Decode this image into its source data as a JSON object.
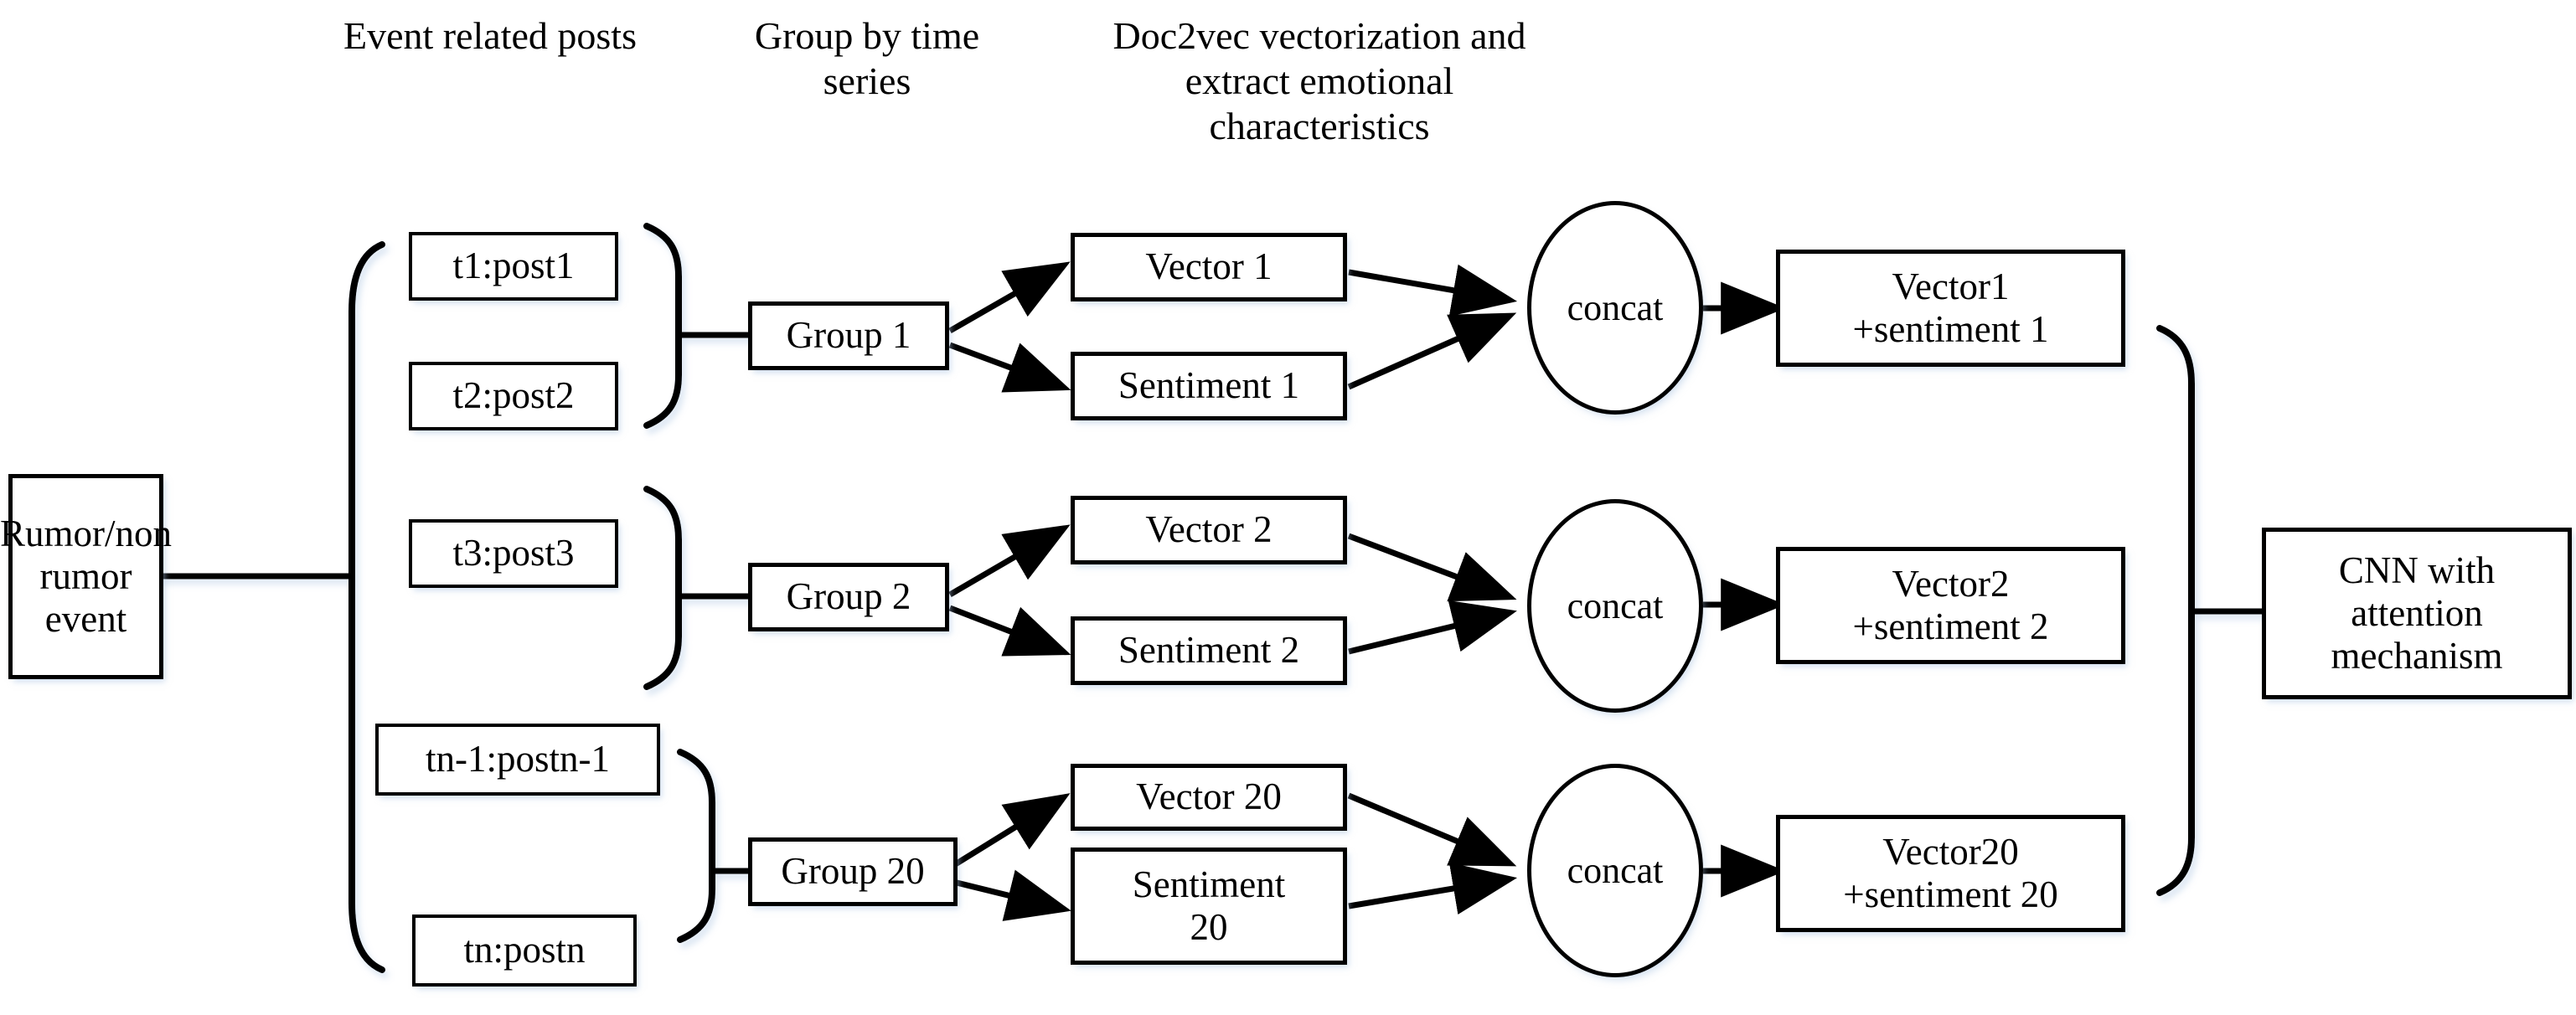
{
  "diagram": {
    "title": "Rumor / non-rumor event classification pipeline",
    "stroke_color": "#000000",
    "background_color": "#ffffff",
    "shadow_color": "#aac3e1"
  },
  "headers": [
    {
      "id": "posts",
      "label": "Event related posts"
    },
    {
      "id": "grouping",
      "label": "Group by time\nseries"
    },
    {
      "id": "vectorization",
      "label": "Doc2vec vectorization and\nextract emotional\ncharacteristics"
    }
  ],
  "source": {
    "label": "Rumor/non\nrumor event"
  },
  "posts": [
    {
      "id": "post1",
      "label": "t1:post1"
    },
    {
      "id": "post2",
      "label": "t2:post2"
    },
    {
      "id": "post3",
      "label": "t3:post3"
    },
    {
      "id": "postn-1",
      "label": "tn-1:postn-1"
    },
    {
      "id": "postn",
      "label": "tn:postn"
    }
  ],
  "groups": [
    {
      "id": "group1",
      "label": "Group 1"
    },
    {
      "id": "group2",
      "label": "Group 2"
    },
    {
      "id": "group20",
      "label": "Group 20"
    }
  ],
  "vectors": [
    {
      "id": "vector1",
      "label": "Vector 1"
    },
    {
      "id": "vector2",
      "label": "Vector  2"
    },
    {
      "id": "vector20",
      "label": "Vector  20"
    }
  ],
  "sentiments": [
    {
      "id": "sentiment1",
      "label": "Sentiment 1"
    },
    {
      "id": "sentiment2",
      "label": "Sentiment 2"
    },
    {
      "id": "sentiment20",
      "label": "Sentiment\n20"
    }
  ],
  "concat_nodes": [
    {
      "id": "concat1",
      "label": "concat"
    },
    {
      "id": "concat2",
      "label": "concat"
    },
    {
      "id": "concat20",
      "label": "concat"
    }
  ],
  "fused": [
    {
      "id": "fused1",
      "label": "Vector1\n+sentiment 1"
    },
    {
      "id": "fused2",
      "label": "Vector2\n+sentiment 2"
    },
    {
      "id": "fused20",
      "label": "Vector20\n+sentiment 20"
    }
  ],
  "classifier": {
    "label": "CNN with\nattention\nmechanism"
  }
}
